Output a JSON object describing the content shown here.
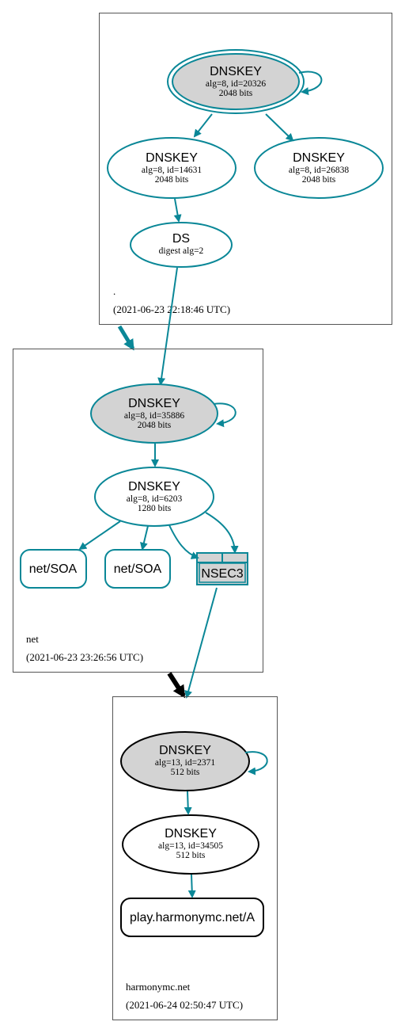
{
  "colors": {
    "teal": "#0a8797",
    "keyfill": "#d3d3d3",
    "black": "#000000",
    "box": "#555555"
  },
  "zones": [
    {
      "id": "root",
      "name": ".",
      "timestamp": "(2021-06-23 22:18:46 UTC)"
    },
    {
      "id": "net",
      "name": "net",
      "timestamp": "(2021-06-23 23:26:56 UTC)"
    },
    {
      "id": "harmonymc",
      "name": "harmonymc.net",
      "timestamp": "(2021-06-24 02:50:47 UTC)"
    }
  ],
  "nodes": {
    "root_ksk": {
      "type": "DNSKEY",
      "line1": "alg=8, id=20326",
      "line2": "2048 bits"
    },
    "root_zsk1": {
      "type": "DNSKEY",
      "line1": "alg=8, id=14631",
      "line2": "2048 bits"
    },
    "root_zsk2": {
      "type": "DNSKEY",
      "line1": "alg=8, id=26838",
      "line2": "2048 bits"
    },
    "root_ds": {
      "type": "DS",
      "line1": "digest alg=2"
    },
    "net_ksk": {
      "type": "DNSKEY",
      "line1": "alg=8, id=35886",
      "line2": "2048 bits"
    },
    "net_zsk": {
      "type": "DNSKEY",
      "line1": "alg=8, id=6203",
      "line2": "1280 bits"
    },
    "net_soa1": {
      "label": "net/SOA"
    },
    "net_soa2": {
      "label": "net/SOA"
    },
    "net_nsec3": {
      "label": "NSEC3"
    },
    "hm_ksk": {
      "type": "DNSKEY",
      "line1": "alg=13, id=2371",
      "line2": "512 bits"
    },
    "hm_zsk": {
      "type": "DNSKEY",
      "line1": "alg=13, id=34505",
      "line2": "512 bits"
    },
    "hm_a": {
      "label": "play.harmonymc.net/A"
    }
  }
}
